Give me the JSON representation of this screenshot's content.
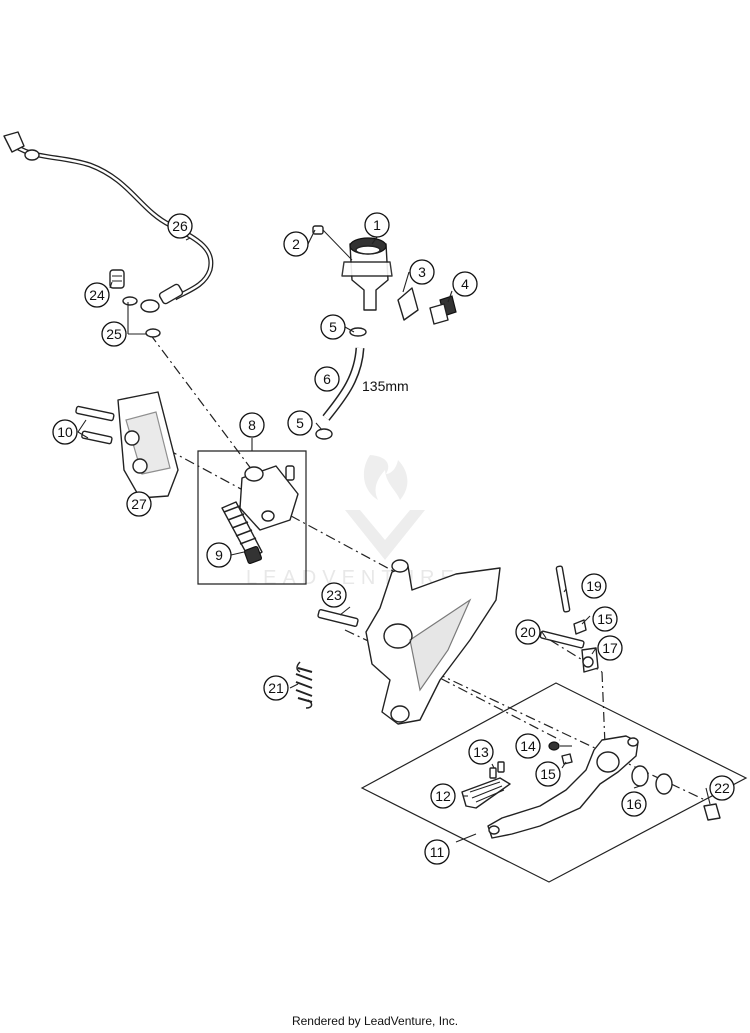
{
  "callouts": [
    {
      "label": "1"
    },
    {
      "label": "2"
    },
    {
      "label": "3"
    },
    {
      "label": "4"
    },
    {
      "label": "5"
    },
    {
      "label": "6"
    },
    {
      "label": "5"
    },
    {
      "label": "8"
    },
    {
      "label": "9"
    },
    {
      "label": "10"
    },
    {
      "label": "27"
    },
    {
      "label": "24"
    },
    {
      "label": "25"
    },
    {
      "label": "26"
    },
    {
      "label": "23"
    },
    {
      "label": "21"
    },
    {
      "label": "19"
    },
    {
      "label": "15"
    },
    {
      "label": "20"
    },
    {
      "label": "17"
    },
    {
      "label": "13"
    },
    {
      "label": "14"
    },
    {
      "label": "15"
    },
    {
      "label": "12"
    },
    {
      "label": "16"
    },
    {
      "label": "22"
    },
    {
      "label": "11"
    }
  ],
  "hose_length": "135mm",
  "watermark": "LEADVENTURE",
  "footer": "Rendered by LeadVenture, Inc."
}
